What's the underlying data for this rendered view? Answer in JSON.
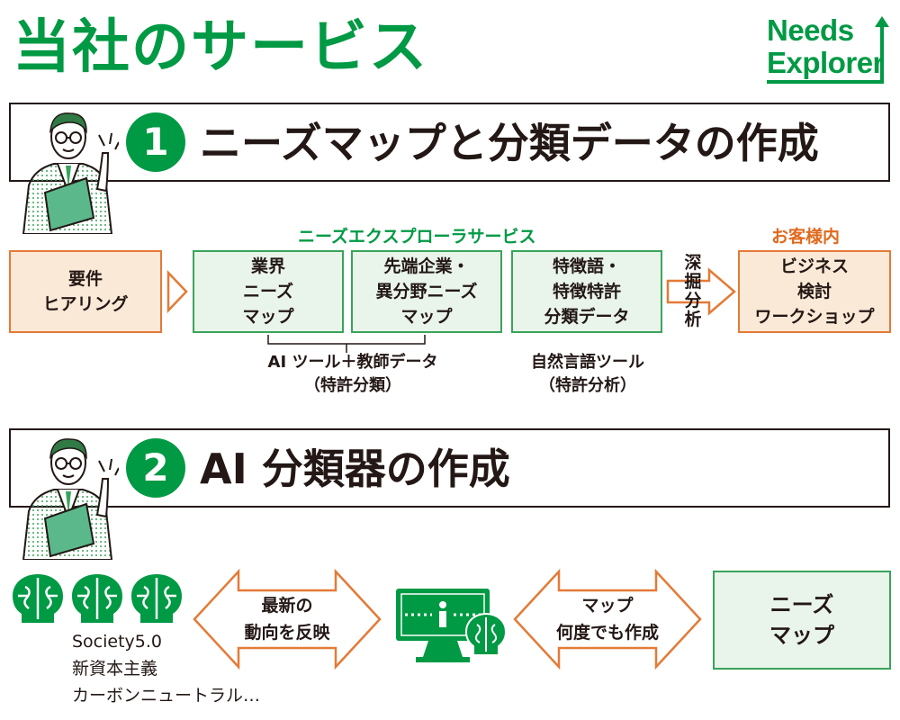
{
  "title": "当社のサービス",
  "logo": {
    "line1": "Needs",
    "line2": "Explorer"
  },
  "section1": {
    "number": "1",
    "title": "ニーズマップと分類データの作成",
    "service_label": "ニーズエクスプローラサービス",
    "client_label": "お客様内",
    "boxes": {
      "hearing": "要件\nヒアリング",
      "industry_map": "業界\nニーズ\nマップ",
      "advanced_map": "先端企業・\n異分野ニーズ\nマップ",
      "patent_data": "特徴語・\n特徴特許\n分類データ",
      "workshop": "ビジネス\n検討\nワークショップ"
    },
    "arrow_label": "深\n掘\n分\n析",
    "note_ai": "AI ツール＋教師データ\n（特許分類）",
    "note_nlp": "自然言語ツール\n（特許分析）"
  },
  "section2": {
    "number": "2",
    "title": "AI 分類器の作成",
    "society_text": "Society5.0\n新資本主義\nカーボンニュートラル…",
    "arrow1_text": "最新の\n動向を反映",
    "arrow2_text": "マップ\n何度でも作成",
    "result_box": "ニーズ\nマップ"
  },
  "colors": {
    "green": "#009944",
    "orange": "#e47a37",
    "dark": "#231815"
  }
}
